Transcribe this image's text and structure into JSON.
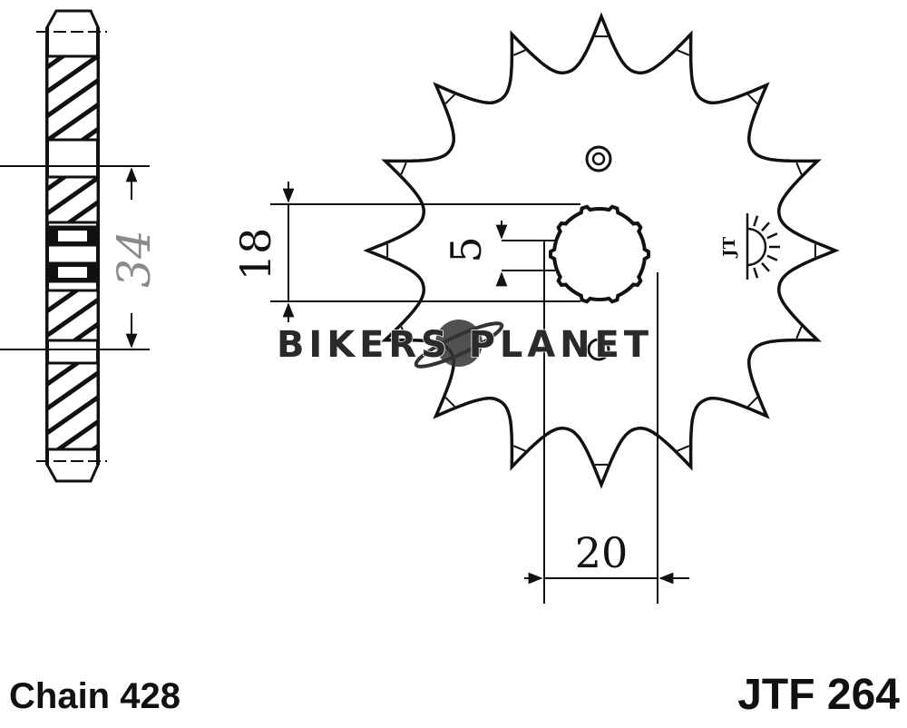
{
  "diagram": {
    "dimensions": {
      "hub_width": "34",
      "bore_height": "18",
      "spline_width": "5",
      "bore_diameter": "20"
    },
    "side_mark": "JT",
    "watermark": "BIKERS PLANET",
    "chain_label": "Chain 428",
    "part_number": "JTF 264",
    "colors": {
      "line": "#111111",
      "dim_34": "#8a8a8a",
      "watermark": "#2a2a2a"
    }
  }
}
